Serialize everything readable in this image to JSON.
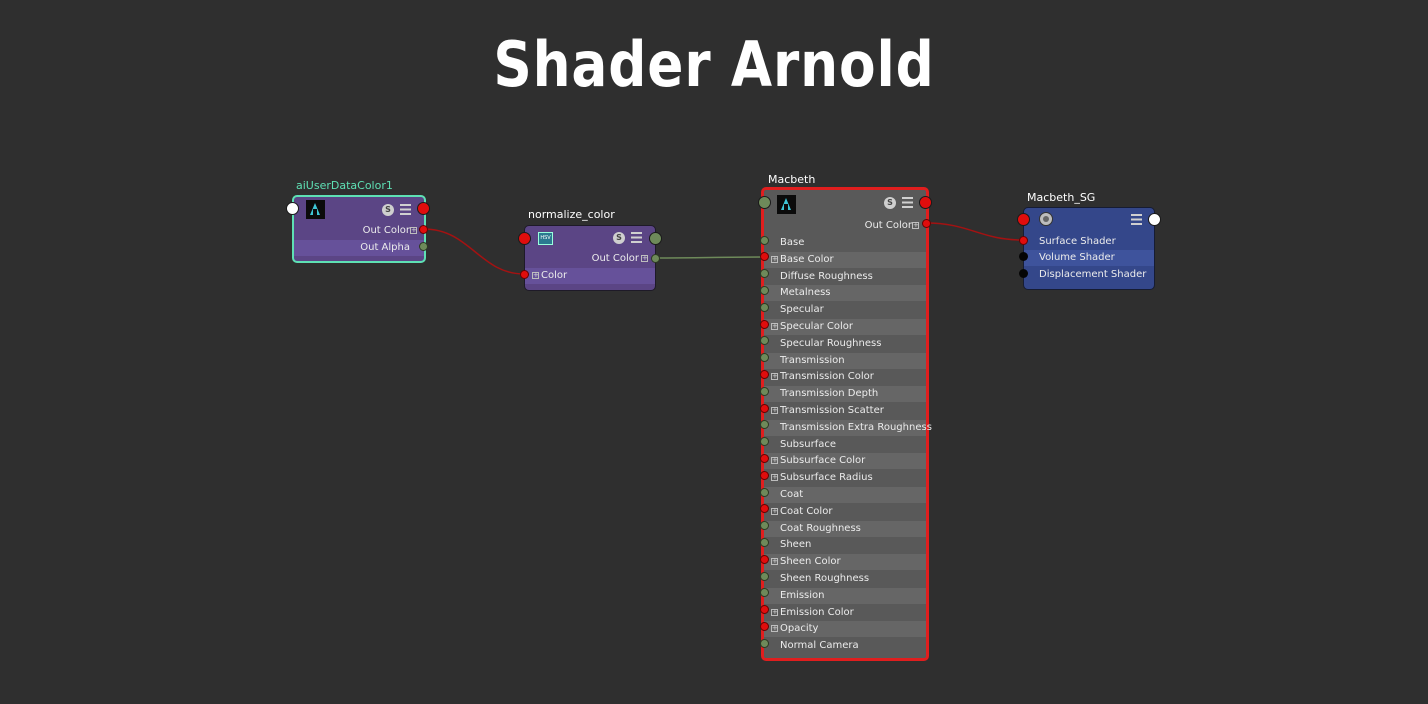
{
  "title": "Shader Arnold",
  "nodes": {
    "ai_user_data": {
      "name": "aiUserDataColor1",
      "outputs": [
        "Out Color",
        "Out Alpha"
      ]
    },
    "normalize": {
      "name": "normalize_color",
      "output": "Out Color",
      "inputs": [
        "Color"
      ]
    },
    "macbeth": {
      "name": "Macbeth",
      "output": "Out Color",
      "inputs": [
        "Base",
        "Base Color",
        "Diffuse Roughness",
        "Metalness",
        "Specular",
        "Specular Color",
        "Specular Roughness",
        "Transmission",
        "Transmission Color",
        "Transmission Depth",
        "Transmission Scatter",
        "Transmission Extra Roughness",
        "Subsurface",
        "Subsurface Color",
        "Subsurface Radius",
        "Coat",
        "Coat Color",
        "Coat Roughness",
        "Sheen",
        "Sheen Color",
        "Sheen Roughness",
        "Emission",
        "Emission Color",
        "Opacity",
        "Normal Camera"
      ]
    },
    "macbeth_sg": {
      "name": "Macbeth_SG",
      "inputs": [
        "Surface Shader",
        "Volume Shader",
        "Displacement Shader"
      ]
    }
  },
  "icons": {
    "s_badge": "S",
    "hsv_badge": "HSV"
  },
  "colors": {
    "background": "#2f2f2f",
    "purple_node": "#5b4585",
    "blue_node": "#34478a",
    "grey_node": "#595959",
    "selection_green": "#5ee0b4",
    "selection_red": "#e01e1e",
    "color_plug": "#e00d0d",
    "scalar_plug": "#6e8a5a"
  }
}
